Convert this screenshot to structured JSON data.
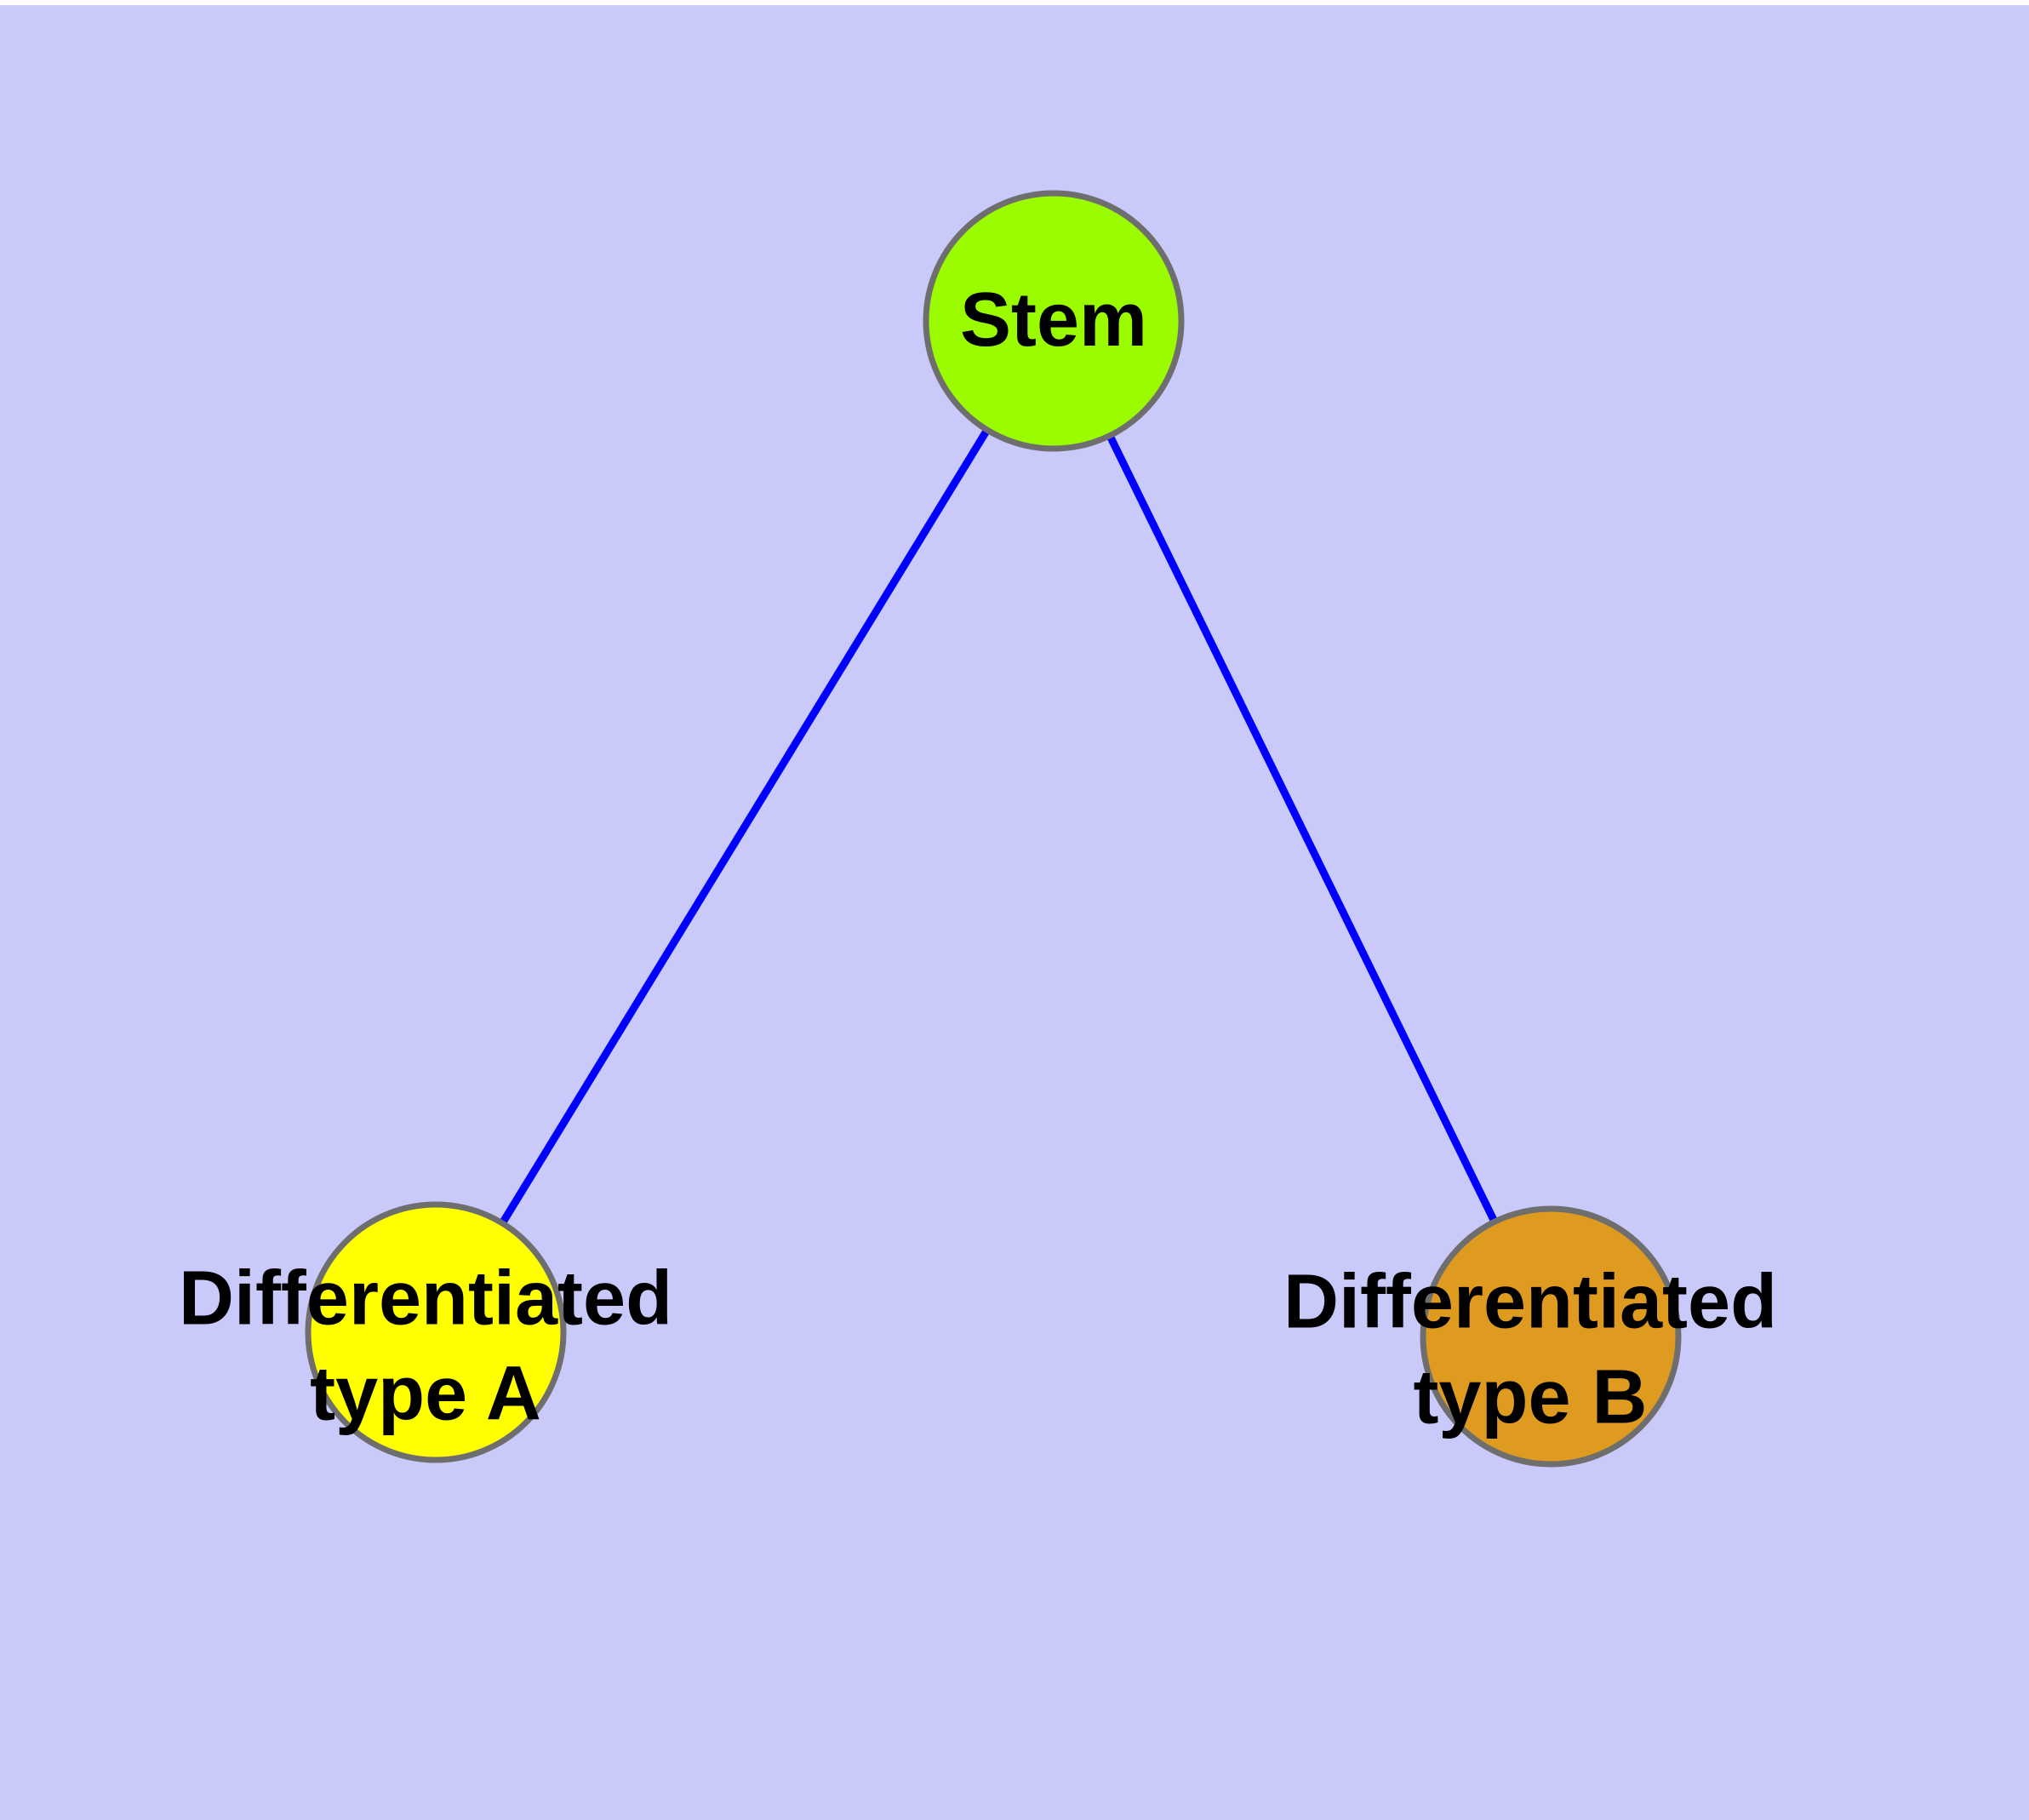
{
  "diagram": {
    "type": "graph",
    "background_color": "#c9c9fa",
    "edge_color": "#0000ff",
    "node_border_color": "#6e6e6e",
    "text_color": "#000000",
    "nodes": [
      {
        "id": "stem",
        "label": "Stem",
        "fill": "#9bfc00"
      },
      {
        "id": "differentiated-type-a",
        "label_line1": "Differentiated",
        "label_line2": "type A",
        "fill": "#ffff00"
      },
      {
        "id": "differentiated-type-b",
        "label_line1": "Differentiated",
        "label_line2": "type B",
        "fill": "#df9a20"
      }
    ],
    "edges": [
      {
        "from": "stem",
        "to": "differentiated-type-a"
      },
      {
        "from": "stem",
        "to": "differentiated-type-b"
      }
    ]
  }
}
